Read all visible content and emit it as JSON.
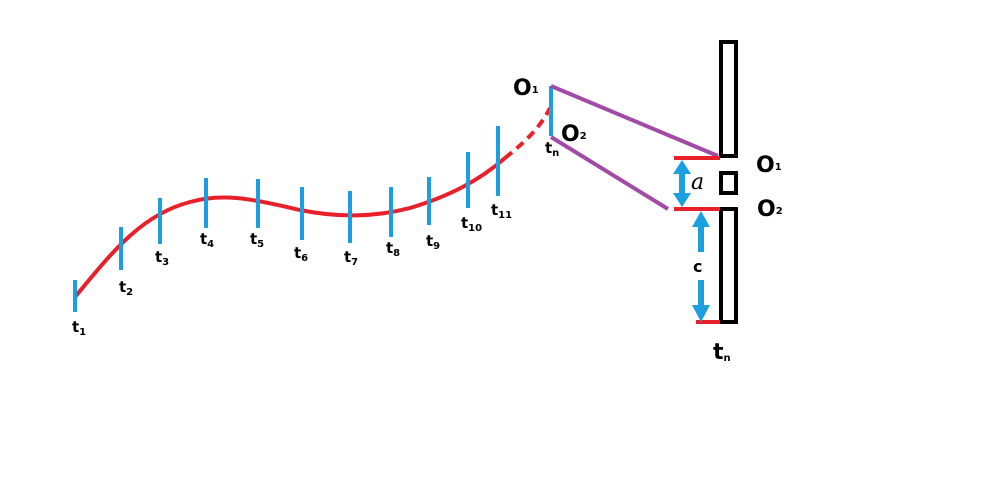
{
  "ticks": [
    {
      "base": "t",
      "sub": "1"
    },
    {
      "base": "t",
      "sub": "2"
    },
    {
      "base": "t",
      "sub": "3"
    },
    {
      "base": "t",
      "sub": "4"
    },
    {
      "base": "t",
      "sub": "5"
    },
    {
      "base": "t",
      "sub": "6"
    },
    {
      "base": "t",
      "sub": "7"
    },
    {
      "base": "t",
      "sub": "8"
    },
    {
      "base": "t",
      "sub": "9"
    },
    {
      "base": "t",
      "sub": "10"
    },
    {
      "base": "t",
      "sub": "11"
    },
    {
      "base": "t",
      "sub": "n"
    }
  ],
  "points": {
    "o1_left": {
      "base": "O",
      "sub": "1"
    },
    "o2_left": {
      "base": "O",
      "sub": "2"
    },
    "o1_right": {
      "base": "O",
      "sub": "1"
    },
    "o2_right": {
      "base": "O",
      "sub": "2"
    },
    "tn_right": {
      "base": "t",
      "sub": "n"
    }
  },
  "dimensions": {
    "a": "a",
    "c": "c"
  },
  "colors": {
    "trajectory": "#e8202a",
    "tick": "#1aa0e0",
    "ray": "#a24aa8",
    "outline": "#000000"
  }
}
